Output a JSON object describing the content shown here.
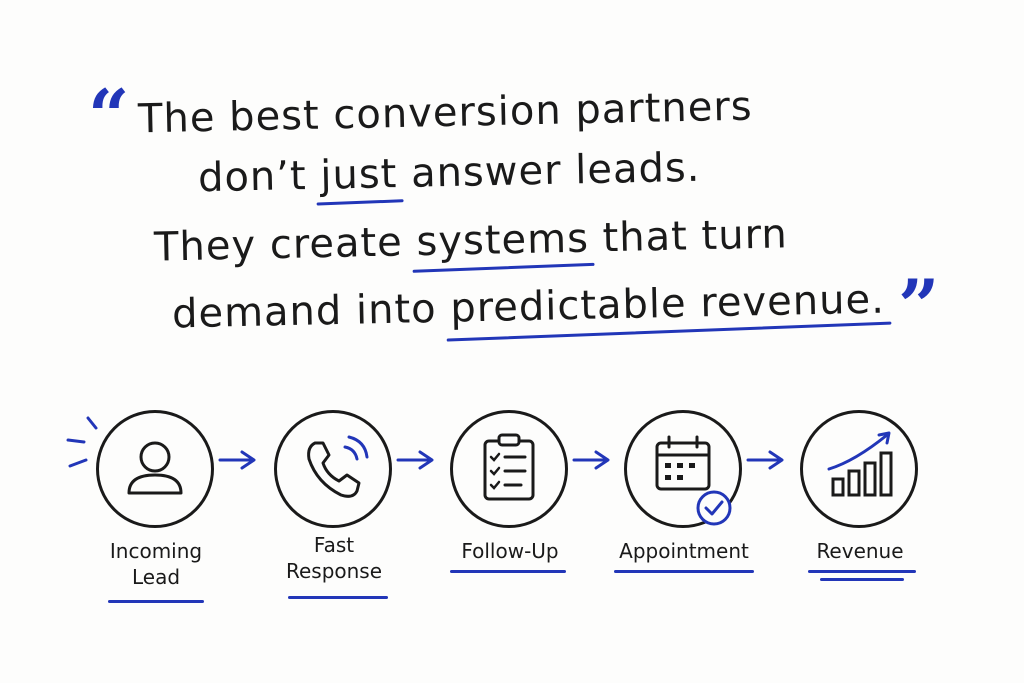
{
  "accent": "#2236b8",
  "ink": "#1a1a1a",
  "quote": {
    "open_mark": "“",
    "close_mark": "”",
    "line1": "The best conversion partners",
    "line2_pre": "don’t ",
    "line2_u": "just",
    "line2_post": " answer leads.",
    "line3_pre": "They create ",
    "line3_u": "systems",
    "line3_post": " that turn",
    "line4_pre": "demand into ",
    "line4_u": "predictable revenue."
  },
  "steps": [
    {
      "label1": "Incoming",
      "label2": "Lead",
      "icon": "user-icon"
    },
    {
      "label1": "Fast",
      "label2": "Response",
      "icon": "phone-icon"
    },
    {
      "label1": "Follow-Up",
      "label2": "",
      "icon": "clipboard-checklist-icon"
    },
    {
      "label1": "Appointment",
      "label2": "",
      "icon": "calendar-check-icon"
    },
    {
      "label1": "Revenue",
      "label2": "",
      "icon": "growth-chart-icon"
    }
  ]
}
